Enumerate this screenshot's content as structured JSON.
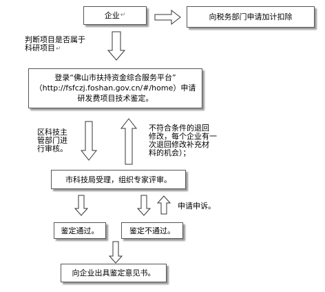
{
  "boxes": {
    "enterprise": "企业",
    "deduction": "向税务部门申请加计扣除",
    "login_line1": "登录“佛山市扶持资金综合服务平台”",
    "login_line2": "（http://fsfczj.foshan.gov.cn/#/home）申请",
    "login_line3": "研发费项目技术鉴定。",
    "accept": "市科技局受理，组织专家评审。",
    "pass": "鉴定通过。",
    "fail": "鉴定不通过。",
    "issue": "向企业出具鉴定意见书。"
  },
  "notes": {
    "judge_line1": "判断项目是否属于",
    "judge_line2": "科研项目",
    "district_line1": "区科技主",
    "district_line2": "管部门进",
    "district_line3": "行审核。",
    "return_line1": "不符合条件的退回",
    "return_line2": "修改，每个企业有一",
    "return_line3": "次退回修改补充材",
    "return_line4": "料的机会）；",
    "appeal": "申请申诉。"
  },
  "paragraph_mark": "↵"
}
